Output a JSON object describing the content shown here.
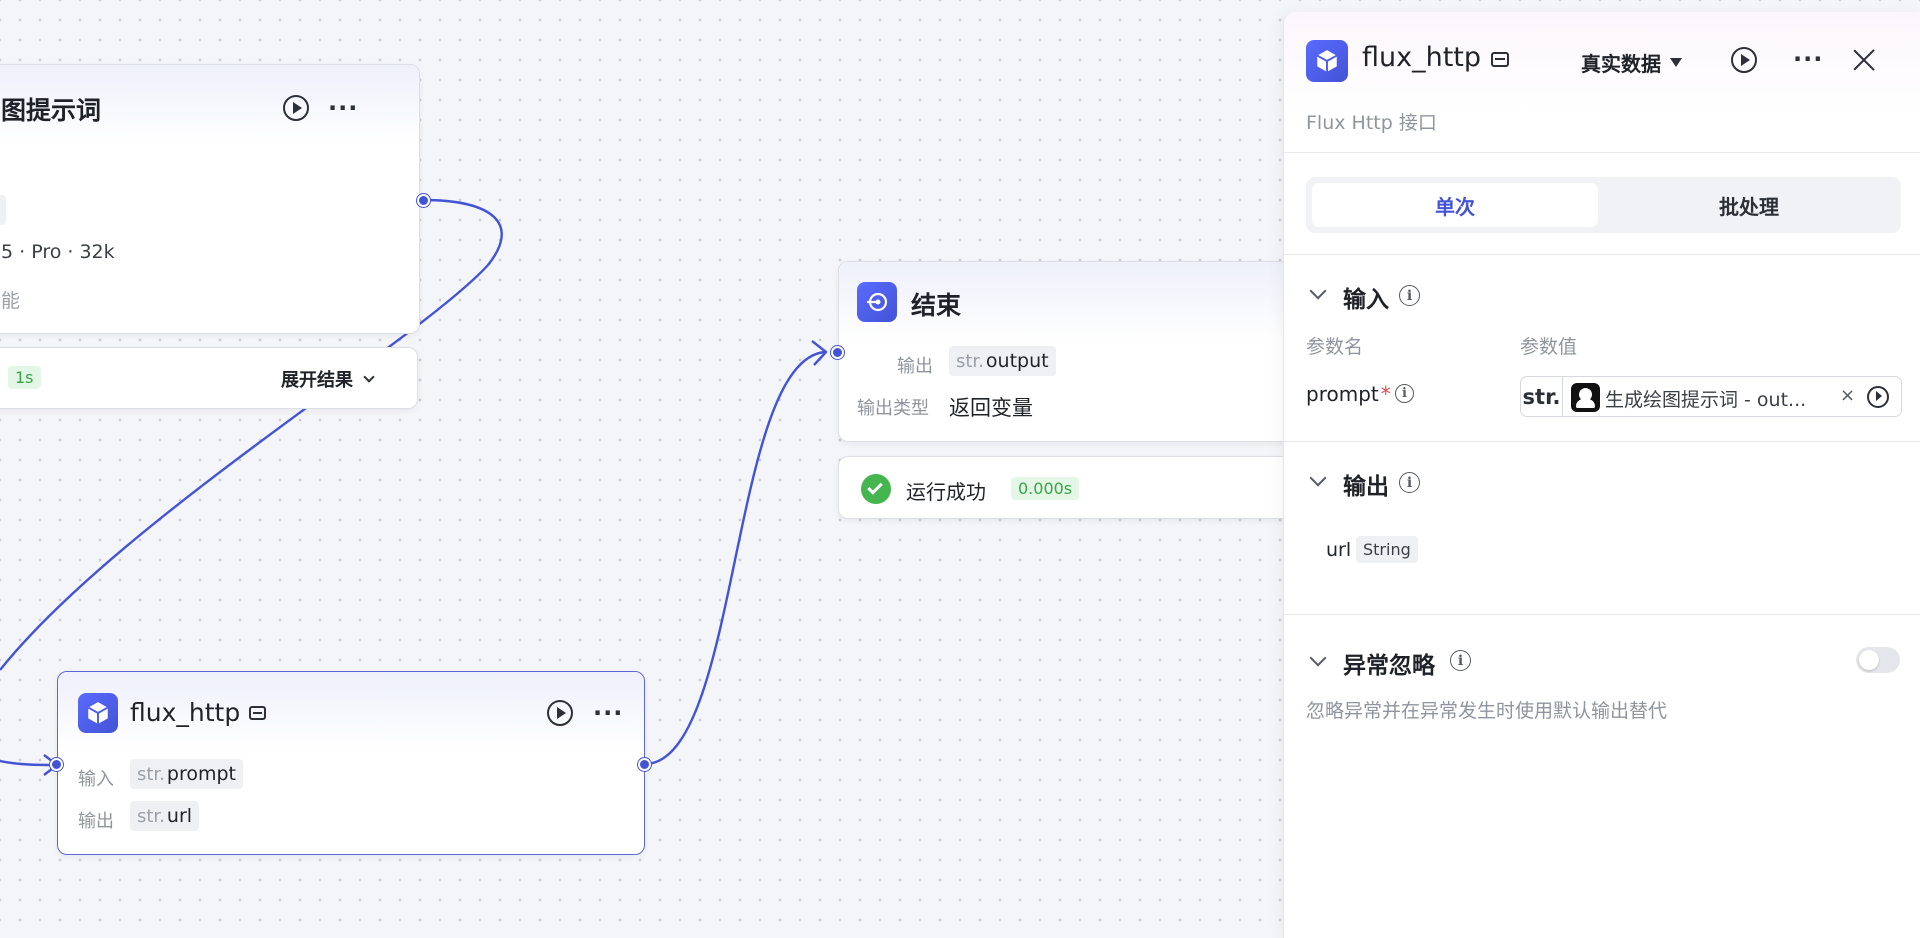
{
  "canvas": {
    "llm_node": {
      "title": "图提示词",
      "model": "5 · Pro · 32k",
      "note": "能",
      "time_badge": "1s",
      "expand_label": "展开结果"
    },
    "end_node": {
      "title": "结束",
      "output_label": "输出",
      "output_prefix": "str.",
      "output_value": "output",
      "type_label": "输出类型",
      "type_value": "返回变量",
      "status_text": "运行成功",
      "status_time": "0.000s"
    },
    "flux_node": {
      "title": "flux_http",
      "input_label": "输入",
      "input_prefix": "str.",
      "input_value": "prompt",
      "output_label": "输出",
      "output_prefix": "str.",
      "output_value": "url"
    }
  },
  "panel": {
    "title": "flux_http",
    "data_mode": "真实数据",
    "subtitle": "Flux Http 接口",
    "tabs": [
      "单次",
      "批处理"
    ],
    "input_section": {
      "title": "输入",
      "col_name": "参数名",
      "col_value": "参数值",
      "param_name": "prompt",
      "required_mark": "*",
      "param_prefix": "str.",
      "param_ref": "生成绘图提示词 - out..."
    },
    "output_section": {
      "title": "输出",
      "field_name": "url",
      "field_type": "String"
    },
    "ignore_section": {
      "title": "异常忽略",
      "description": "忽略异常并在异常发生时使用默认输出替代",
      "enabled": false
    }
  },
  "colors": {
    "accent": "#4353d6",
    "success": "#35a546",
    "success_bg": "#e4f7e6"
  }
}
